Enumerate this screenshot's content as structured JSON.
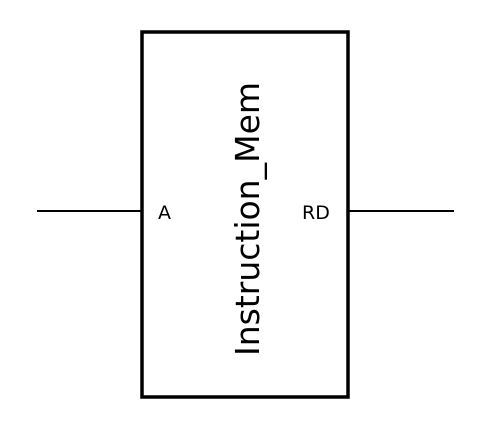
{
  "diagram": {
    "block": {
      "name": "Instruction_Mem"
    },
    "ports": {
      "input": {
        "label": "A"
      },
      "output": {
        "label": "RD"
      }
    },
    "colors": {
      "stroke": "#000000",
      "background": "#ffffff"
    }
  }
}
